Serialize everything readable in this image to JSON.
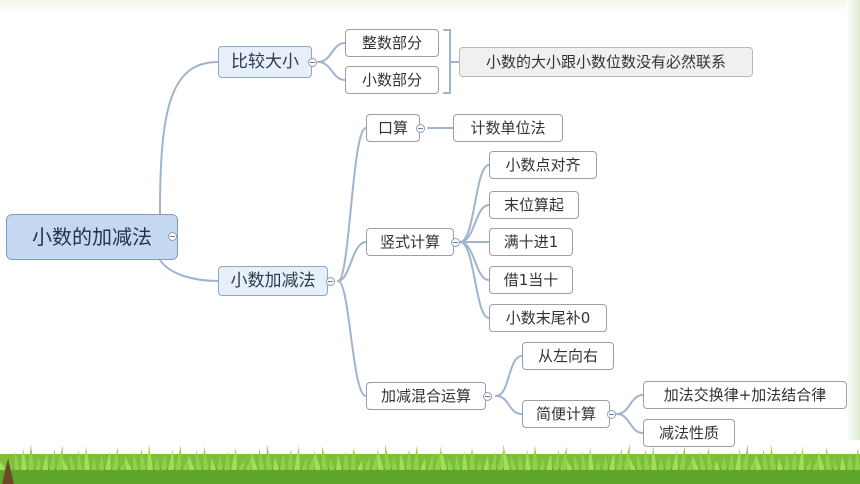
{
  "root": {
    "label": "小数的加减法"
  },
  "compare": {
    "label": "比较大小",
    "integer_part": "整数部分",
    "decimal_part": "小数部分",
    "note": "小数的大小跟小数位数没有必然联系"
  },
  "addsub": {
    "label": "小数加减法",
    "oral": {
      "label": "口算",
      "method": "计数单位法"
    },
    "vertical": {
      "label": "竖式计算",
      "rules": [
        "小数点对齐",
        "末位算起",
        "满十进1",
        "借1当十",
        "小数末尾补0"
      ]
    },
    "mixed": {
      "label": "加减混合运算",
      "left_to_right": "从左向右",
      "simplify": {
        "label": "简便计算",
        "laws": [
          "加法交换律+加法结合律",
          "减法性质"
        ]
      }
    }
  },
  "colors": {
    "connector": "#9fb4cf",
    "root_fill": "#c5d8f2",
    "branch_fill": "#e6effa",
    "grass": "#7cbf3a"
  }
}
